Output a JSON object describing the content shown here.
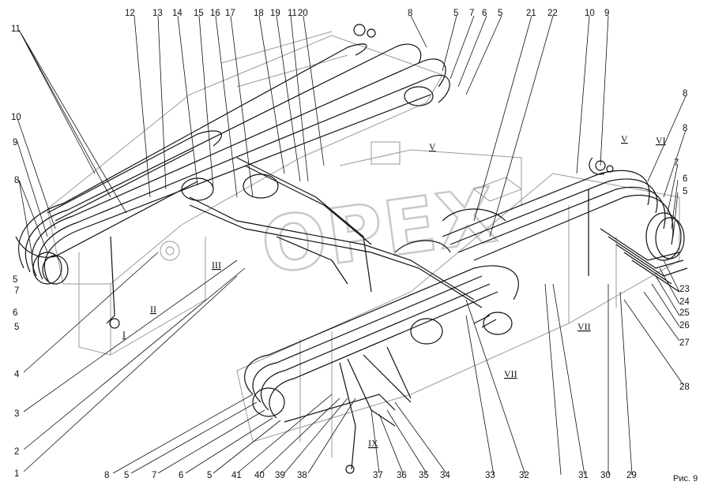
{
  "figure": {
    "caption": "Рис. 9"
  },
  "watermark": {
    "text": "OPEX"
  },
  "callouts_top": [
    "12",
    "13",
    "14",
    "15",
    "16",
    "17",
    "18",
    "19",
    "11",
    "20",
    "8",
    "5",
    "7",
    "6",
    "5",
    "21",
    "22",
    "10",
    "9"
  ],
  "callouts_left": [
    "11",
    "10",
    "9",
    "8",
    "5",
    "7",
    "6",
    "5",
    "4",
    "3",
    "2",
    "1"
  ],
  "callouts_right": [
    "8",
    "8",
    "7",
    "6",
    "5",
    "23",
    "24",
    "25",
    "26",
    "27",
    "28"
  ],
  "callouts_bottom": [
    "8",
    "5",
    "7",
    "6",
    "5",
    "41",
    "40",
    "39",
    "38",
    "37",
    "36",
    "35",
    "34",
    "33",
    "32",
    "31",
    "30",
    "29"
  ],
  "roman_marks": [
    "I",
    "II",
    "III",
    "V",
    "V",
    "VI",
    "VII",
    "VII",
    "IX"
  ],
  "colors": {
    "line": "#111111",
    "frame": "#9a9a9a",
    "watermark": "#c9c9c9"
  }
}
